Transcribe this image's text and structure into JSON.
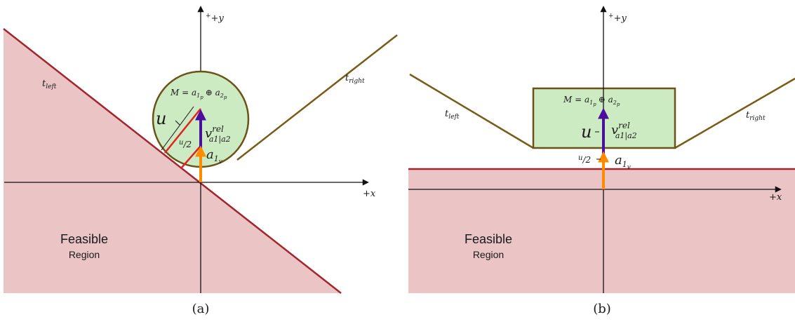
{
  "colors": {
    "feasible_fill": "#ebc4c6",
    "boundary": "#a3262c",
    "velocity_obstacle": "#7a5b16",
    "minkowski_fill": "#cdebc3",
    "minkowski_stroke": "#6b5217",
    "relative_velocity": "#4b0f9e",
    "agent_velocity": "#ff8c00",
    "u_vector": "#e02424",
    "axis": "#111111"
  },
  "panels": [
    {
      "id": "a",
      "caption": "(a)",
      "axis_x_label": "+x",
      "axis_y_label": "+y",
      "minkowski_main": "M = a",
      "minkowski_sub1": "1",
      "minkowski_sub2": "p",
      "minkowski_op": "⊕ a",
      "minkowski_sub3": "2",
      "minkowski_sub4": "p",
      "t_left": "t",
      "t_left_sub": "left",
      "t_right": "t",
      "t_right_sub": "right",
      "u_label": "u",
      "u_half_num": "u",
      "u_half_den": "/2",
      "v_rel_main": "v",
      "v_rel_sup": "rel",
      "v_rel_sub": "a1|a2",
      "a1v_main": "a",
      "a1v_sub1": "1",
      "a1v_sub2": "v",
      "feasible_line1": "Feasible",
      "feasible_line2": "Region"
    },
    {
      "id": "b",
      "caption": "(b)",
      "axis_x_label": "+x",
      "axis_y_label": "+y",
      "minkowski_main": "M = a",
      "minkowski_sub1": "1",
      "minkowski_sub2": "p",
      "minkowski_op": "⊕ a",
      "minkowski_sub3": "2",
      "minkowski_sub4": "p",
      "t_left": "t",
      "t_left_sub": "left",
      "t_right": "t",
      "t_right_sub": "right",
      "u_label": "u",
      "u_half_num": "u",
      "u_half_den": "/2",
      "v_rel_main": "v",
      "v_rel_sup": "rel",
      "v_rel_sub": "a1|a2",
      "a1v_main": "a",
      "a1v_sub1": "1",
      "a1v_sub2": "v",
      "feasible_line1": "Feasible",
      "feasible_line2": "Region"
    }
  ]
}
